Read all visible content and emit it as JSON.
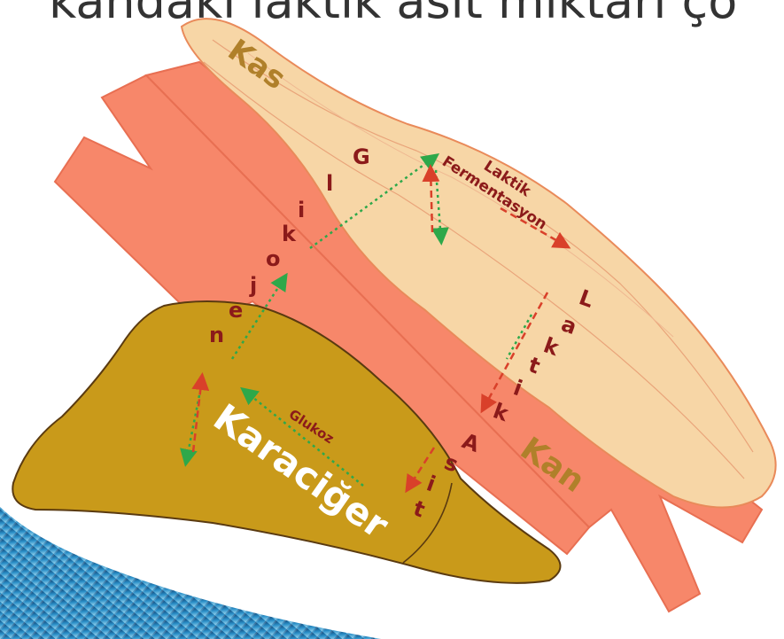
{
  "title": "kandaki laktik asit miktarı ço",
  "organs": {
    "muscle": "Kas",
    "blood": "Kan",
    "liver": "Karaciğer"
  },
  "process": {
    "line1": "Laktik",
    "line2": "Fermentasyon"
  },
  "molecules": {
    "glycogen_letters": [
      "G",
      "l",
      "i",
      "k",
      "o",
      "j",
      "e",
      "n"
    ],
    "lactic_letters": [
      "L",
      "a",
      "k",
      "t",
      "i",
      "k"
    ],
    "acid_letters": [
      "A",
      "s",
      "i",
      "t"
    ],
    "glucose": "Glukoz"
  },
  "colors": {
    "muscle": "#f7d6a6",
    "blood": "#f7876a",
    "liver": "#c99a1a",
    "label_dark_red": "#8b1a1a",
    "label_brown": "#b0802a",
    "arrow_green": "#2ea84a",
    "arrow_red": "#d9402a",
    "corner_blue": "#2a8fc8"
  }
}
